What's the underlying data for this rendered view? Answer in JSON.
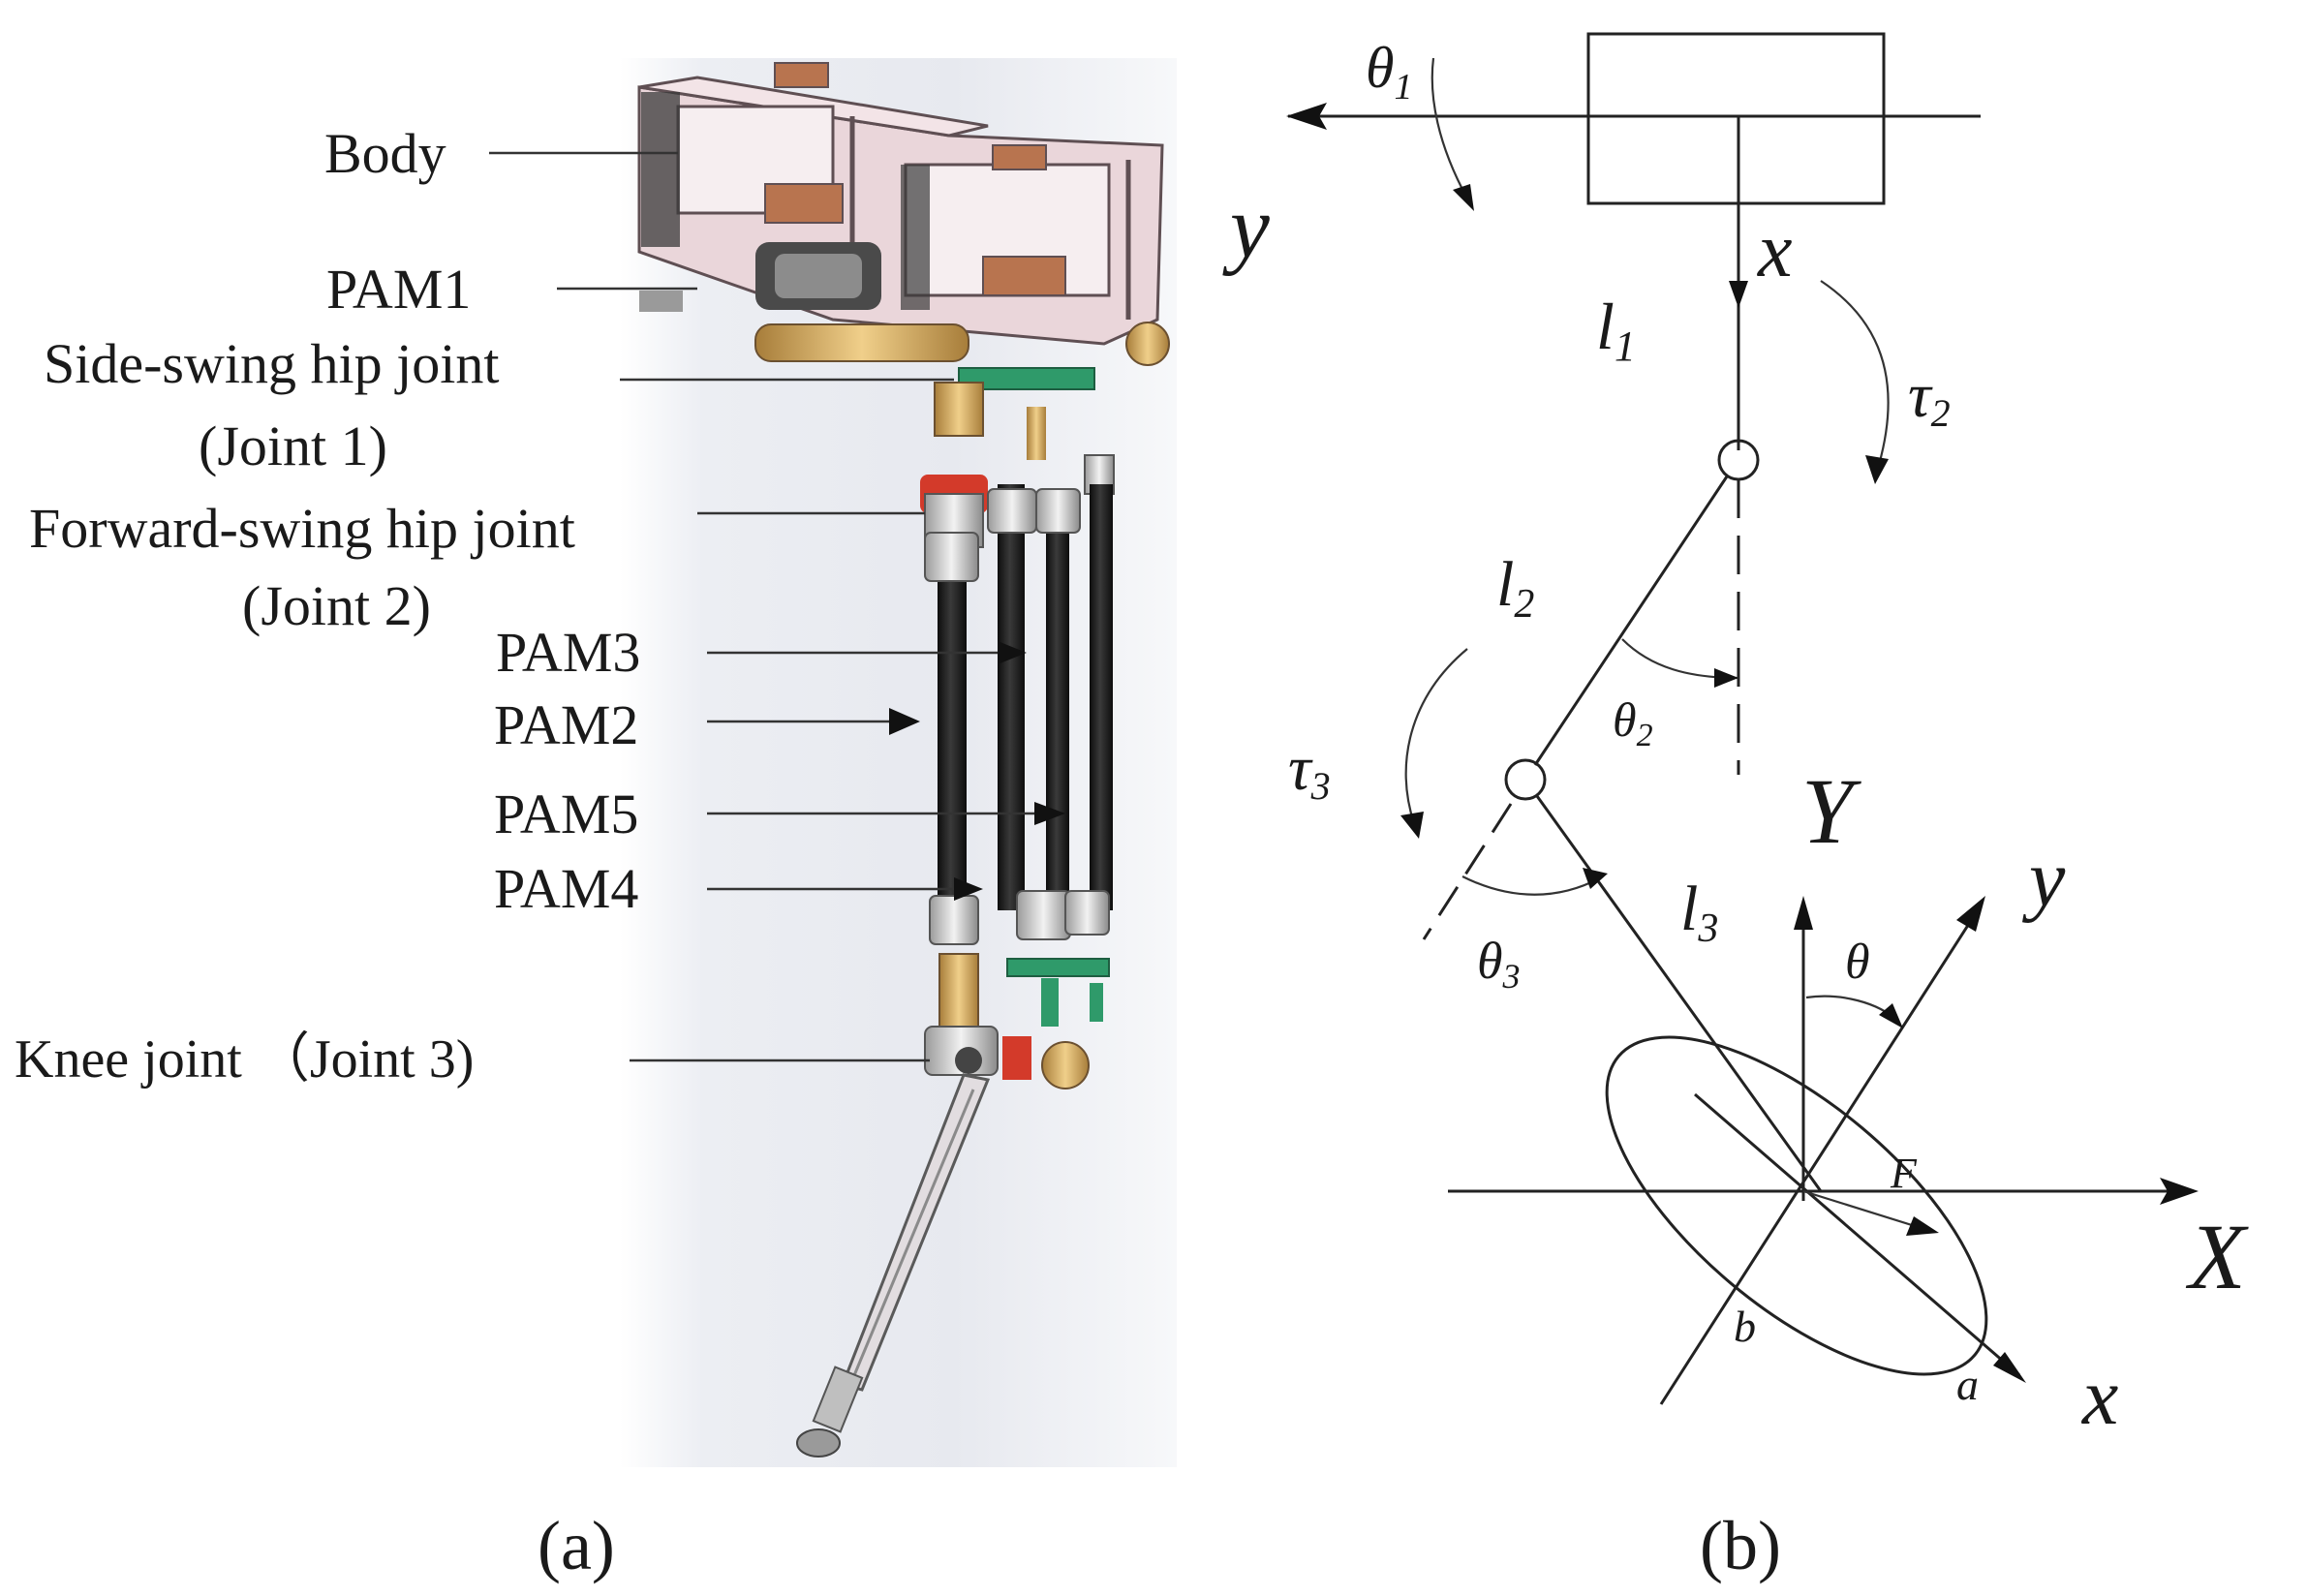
{
  "panel_a": {
    "caption": "(a)",
    "labels": {
      "body": "Body",
      "pam1": "PAM1",
      "side_swing_1": "Side-swing hip joint",
      "side_swing_2": "(Joint 1)",
      "forward_swing_1": "Forward-swing hip joint",
      "forward_swing_2": "(Joint 2)",
      "pam3": "PAM3",
      "pam2": "PAM2",
      "pam5": "PAM5",
      "pam4": "PAM4",
      "knee": "Knee joint （Joint 3)"
    }
  },
  "panel_b": {
    "caption": "(b)",
    "symbols": {
      "theta1": "θ",
      "theta1_sub": "1",
      "y_top": "y",
      "x_top": "x",
      "l1": "l",
      "l1_sub": "1",
      "tau2": "τ",
      "tau2_sub": "2",
      "l2": "l",
      "l2_sub": "2",
      "theta2": "θ",
      "theta2_sub": "2",
      "tau3": "τ",
      "tau3_sub": "3",
      "Y": "Y",
      "y_foot": "y",
      "theta3": "θ",
      "theta3_sub": "3",
      "l3": "l",
      "l3_sub": "3",
      "theta": "θ",
      "F": "F",
      "X": "X",
      "b": "b",
      "a": "a",
      "x_foot": "x"
    }
  },
  "colors": {
    "frame_pink": "#e8d2d6",
    "frame_edge": "#6b5a5e",
    "pam_black": "#1c1c1c",
    "brass": "#c8a060",
    "green_plate": "#2f9a6a",
    "copper_pad": "#b8744f",
    "background_shade": "#eef0f4"
  }
}
